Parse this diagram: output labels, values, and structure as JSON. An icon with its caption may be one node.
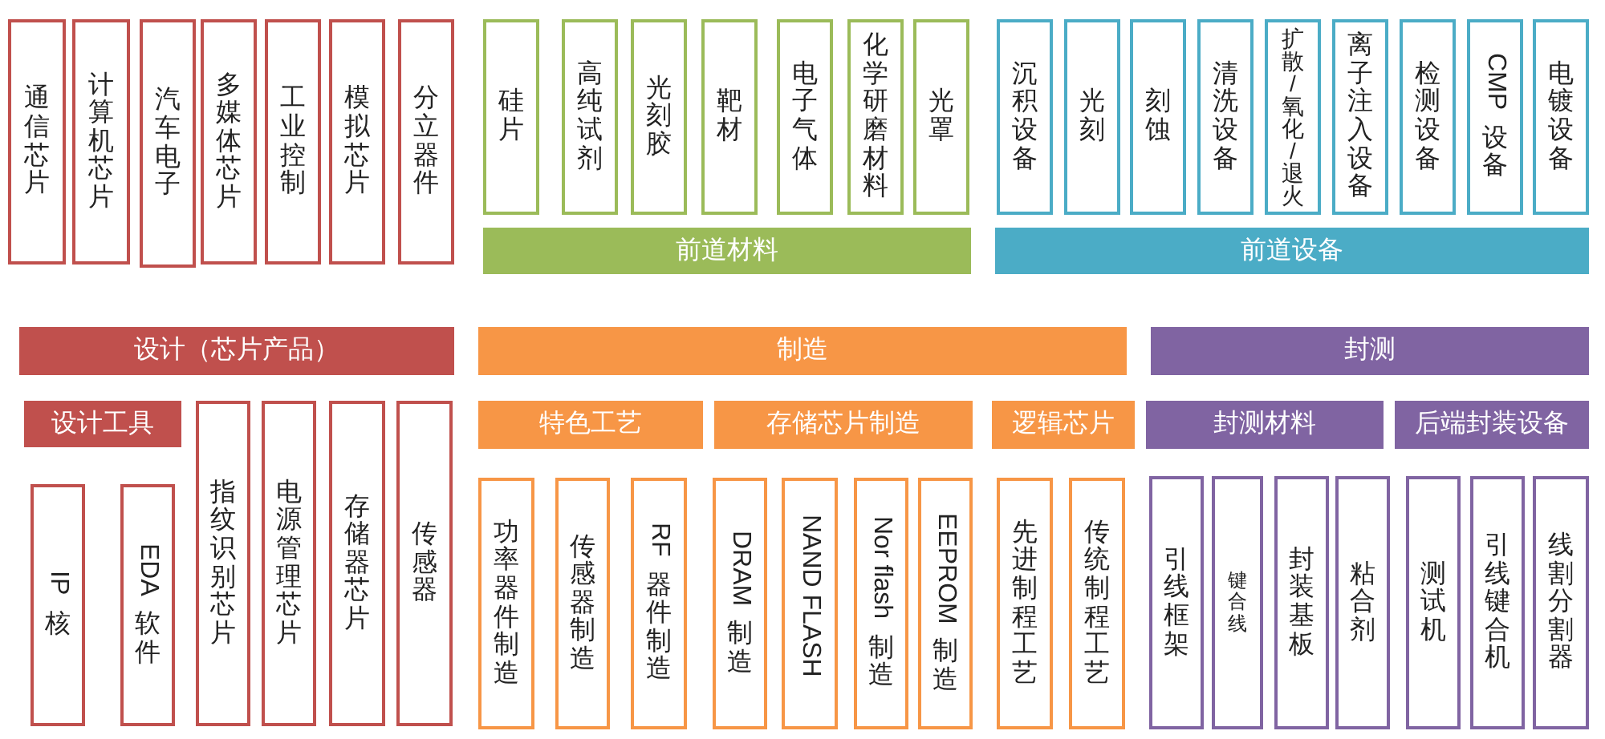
{
  "diagram": {
    "nodes": [
      {
        "text": [
          "通信芯片"
        ]
      },
      {
        "text": [
          "计算机芯片"
        ]
      },
      {
        "text": [
          "汽车电子"
        ]
      },
      {
        "text": [
          "多媒体芯片"
        ]
      },
      {
        "text": [
          "工业控制"
        ]
      },
      {
        "text": [
          "模拟芯片"
        ]
      },
      {
        "text": [
          "分立器件"
        ]
      },
      {
        "text": [
          "硅片"
        ]
      },
      {
        "text": [
          "高纯试剂"
        ]
      },
      {
        "text": [
          "光刻胶"
        ]
      },
      {
        "text": [
          "靶材"
        ]
      },
      {
        "text": [
          "电子气体"
        ]
      },
      {
        "text": [
          "化学研磨材料"
        ]
      },
      {
        "text": [
          "光罩"
        ]
      },
      {
        "text": [
          "前道材料"
        ]
      },
      {
        "text": [
          "沉积设备"
        ]
      },
      {
        "text": [
          "光刻"
        ]
      },
      {
        "text": [
          "刻蚀"
        ]
      },
      {
        "text": [
          "清洗设备"
        ]
      },
      {
        "text": [
          "扩散/氧化/退火"
        ]
      },
      {
        "text": [
          "离子注入设备"
        ]
      },
      {
        "text": [
          "检测设备"
        ]
      },
      {
        "text": [
          "CMP 设备"
        ]
      },
      {
        "text": [
          "电镀设备"
        ]
      },
      {
        "text": [
          "前道设备"
        ]
      },
      {
        "text": [
          "设计（芯片产品）"
        ]
      },
      {
        "text": [
          "设计工具"
        ]
      },
      {
        "text": [
          "IP 核"
        ]
      },
      {
        "text": [
          "EDA 软件"
        ]
      },
      {
        "text": [
          "指纹识别芯片"
        ]
      },
      {
        "text": [
          "电源管理芯片"
        ]
      },
      {
        "text": [
          "存储器芯片"
        ]
      },
      {
        "text": [
          "传感器"
        ]
      },
      {
        "text": [
          "制造"
        ]
      },
      {
        "text": [
          "特色工艺"
        ]
      },
      {
        "text": [
          "功率器件制造"
        ]
      },
      {
        "text": [
          "传感器制造"
        ]
      },
      {
        "text": [
          "RF 器件制造"
        ]
      },
      {
        "text": [
          "存储芯片制造"
        ]
      },
      {
        "text": [
          "DRAM 制造"
        ]
      },
      {
        "text": [
          "NAND FLASH"
        ]
      },
      {
        "text": [
          "Nor flash 制造"
        ]
      },
      {
        "text": [
          "EEPROM 制造"
        ]
      },
      {
        "text": [
          "逻辑芯片"
        ]
      },
      {
        "text": [
          "先进制程工艺"
        ]
      },
      {
        "text": [
          "传统制程工艺"
        ]
      },
      {
        "text": [
          "封测"
        ]
      },
      {
        "text": [
          "封测材料"
        ]
      },
      {
        "text": [
          "引线框架"
        ]
      },
      {
        "text": [
          "键合线"
        ]
      },
      {
        "text": [
          "封装基板"
        ]
      },
      {
        "text": [
          "粘合剂"
        ]
      },
      {
        "text": [
          "后端封装设备"
        ]
      },
      {
        "text": [
          "测试机"
        ]
      },
      {
        "text": [
          "引线键合机"
        ]
      },
      {
        "text": [
          "线割分割器"
        ]
      }
    ],
    "edges": []
  }
}
